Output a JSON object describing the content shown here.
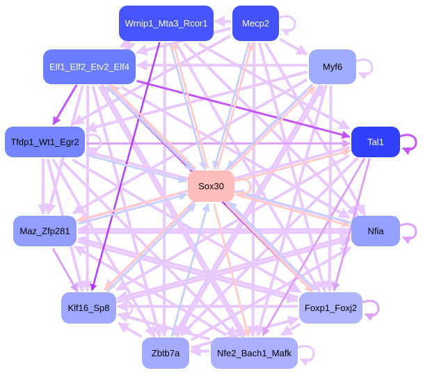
{
  "title": "Transcription factor regulatory network",
  "nodes": [
    {
      "id": "wrnip1",
      "label": "Wrnip1_Mta3_Rcor1",
      "fill": "#4655fd",
      "text": "#ffffff"
    },
    {
      "id": "mecp2",
      "label": "Mecp2",
      "fill": "#4352fd",
      "text": "#ffffff"
    },
    {
      "id": "elf1",
      "label": "Elf1_Elf2_Etv2_Elf4",
      "fill": "#6b7cfd",
      "text": "#ffffff"
    },
    {
      "id": "myf6",
      "label": "Myf6",
      "fill": "#a2acfd",
      "text": "#000000"
    },
    {
      "id": "tfdp1",
      "label": "Tfdp1_Wt1_Egr2",
      "fill": "#7585fd",
      "text": "#000000"
    },
    {
      "id": "tal1",
      "label": "Tal1",
      "fill": "#3140fb",
      "text": "#ffffff"
    },
    {
      "id": "sox30",
      "label": "Sox30",
      "fill": "#fdbdbd",
      "text": "#000000"
    },
    {
      "id": "maz",
      "label": "Maz_Zfp281",
      "fill": "#949efd",
      "text": "#000000"
    },
    {
      "id": "nfia",
      "label": "Nfia",
      "fill": "#959ffd",
      "text": "#000000"
    },
    {
      "id": "klf16",
      "label": "Klf16_Sp8",
      "fill": "#a0a8fd",
      "text": "#000000"
    },
    {
      "id": "foxp1",
      "label": "Foxp1_Foxj2",
      "fill": "#b0b6fd",
      "text": "#000000"
    },
    {
      "id": "zbtb7a",
      "label": "Zbtb7a",
      "fill": "#a4abfd",
      "text": "#000000"
    },
    {
      "id": "nfe2",
      "label": "Nfe2_Bach1_Mafk",
      "fill": "#aab0fd",
      "text": "#000000"
    }
  ],
  "colors": {
    "light": "#e8c8fd",
    "mid": "#dda0f8",
    "strong": "#c455fa",
    "dark": "#b43cfa",
    "pink": "#ffcbcb",
    "blue": "#c9d0fd"
  },
  "edges": [
    {
      "from": "mecp2",
      "to": "wrnip1",
      "c": "light"
    },
    {
      "from": "elf1",
      "to": "wrnip1",
      "c": "light"
    },
    {
      "from": "wrnip1",
      "to": "elf1",
      "c": "light"
    },
    {
      "from": "mecp2",
      "to": "myf6",
      "c": "light"
    },
    {
      "from": "myf6",
      "to": "elf1",
      "c": "light"
    },
    {
      "from": "myf6",
      "to": "tfdp1",
      "c": "light"
    },
    {
      "from": "myf6",
      "to": "maz",
      "c": "light"
    },
    {
      "from": "myf6",
      "to": "klf16",
      "c": "light"
    },
    {
      "from": "mecp2",
      "to": "elf1",
      "c": "light"
    },
    {
      "from": "mecp2",
      "to": "tfdp1",
      "c": "light"
    },
    {
      "from": "mecp2",
      "to": "nfe2",
      "c": "light"
    },
    {
      "from": "mecp2",
      "to": "foxp1",
      "c": "light"
    },
    {
      "from": "mecp2",
      "to": "nfia",
      "c": "light"
    },
    {
      "from": "wrnip1",
      "to": "tal1",
      "c": "light"
    },
    {
      "from": "wrnip1",
      "to": "zbtb7a",
      "c": "light"
    },
    {
      "from": "wrnip1",
      "to": "nfia",
      "c": "light"
    },
    {
      "from": "wrnip1",
      "to": "foxp1",
      "c": "light"
    },
    {
      "from": "elf1",
      "to": "maz",
      "c": "light"
    },
    {
      "from": "elf1",
      "to": "klf16",
      "c": "light"
    },
    {
      "from": "elf1",
      "to": "zbtb7a",
      "c": "light"
    },
    {
      "from": "elf1",
      "to": "nfe2",
      "c": "light"
    },
    {
      "from": "elf1",
      "to": "nfia",
      "c": "light"
    },
    {
      "from": "tfdp1",
      "to": "maz",
      "c": "light"
    },
    {
      "from": "tfdp1",
      "to": "klf16",
      "c": "light"
    },
    {
      "from": "tfdp1",
      "to": "foxp1",
      "c": "light"
    },
    {
      "from": "tfdp1",
      "to": "nfe2",
      "c": "light"
    },
    {
      "from": "tfdp1",
      "to": "zbtb7a",
      "c": "light"
    },
    {
      "from": "tal1",
      "to": "maz",
      "c": "light"
    },
    {
      "from": "tal1",
      "to": "klf16",
      "c": "light"
    },
    {
      "from": "tal1",
      "to": "zbtb7a",
      "c": "light"
    },
    {
      "from": "myf6",
      "to": "foxp1",
      "c": "light"
    },
    {
      "from": "myf6",
      "to": "nfe2",
      "c": "light"
    },
    {
      "from": "myf6",
      "to": "zbtb7a",
      "c": "light"
    },
    {
      "from": "nfia",
      "to": "maz",
      "c": "light"
    },
    {
      "from": "nfia",
      "to": "klf16",
      "c": "light"
    },
    {
      "from": "nfia",
      "to": "tfdp1",
      "c": "light"
    },
    {
      "from": "foxp1",
      "to": "klf16",
      "c": "light"
    },
    {
      "from": "foxp1",
      "to": "maz",
      "c": "light"
    },
    {
      "from": "foxp1",
      "to": "elf1",
      "c": "light"
    },
    {
      "from": "foxp1",
      "to": "nfe2",
      "c": "light"
    },
    {
      "from": "nfe2",
      "to": "zbtb7a",
      "c": "light"
    },
    {
      "from": "nfe2",
      "to": "klf16",
      "c": "light"
    },
    {
      "from": "nfe2",
      "to": "maz",
      "c": "light"
    },
    {
      "from": "nfe2",
      "to": "elf1",
      "c": "light"
    },
    {
      "from": "zbtb7a",
      "to": "klf16",
      "c": "light"
    },
    {
      "from": "zbtb7a",
      "to": "nfia",
      "c": "light"
    },
    {
      "from": "zbtb7a",
      "to": "foxp1",
      "c": "light"
    },
    {
      "from": "zbtb7a",
      "to": "myf6",
      "c": "light"
    },
    {
      "from": "klf16",
      "to": "nfia",
      "c": "light"
    },
    {
      "from": "maz",
      "to": "foxp1",
      "c": "light"
    },
    {
      "from": "maz",
      "to": "nfia",
      "c": "light"
    },
    {
      "from": "maz",
      "to": "klf16",
      "c": "mid"
    },
    {
      "from": "tfdp1",
      "to": "tal1",
      "c": "mid"
    },
    {
      "from": "tal1",
      "to": "nfe2",
      "c": "mid"
    },
    {
      "from": "tal1",
      "to": "foxp1",
      "c": "mid"
    },
    {
      "from": "elf1",
      "to": "tfdp1",
      "c": "strong"
    },
    {
      "from": "elf1",
      "to": "tal1",
      "c": "strong"
    },
    {
      "from": "elf1",
      "to": "foxp1",
      "c": "dark"
    },
    {
      "from": "wrnip1",
      "to": "klf16",
      "c": "dark"
    },
    {
      "from": "wrnip1",
      "to": "sox30",
      "c": "blue"
    },
    {
      "from": "sox30",
      "to": "wrnip1",
      "c": "pink"
    },
    {
      "from": "mecp2",
      "to": "sox30",
      "c": "blue"
    },
    {
      "from": "sox30",
      "to": "mecp2",
      "c": "pink"
    },
    {
      "from": "myf6",
      "to": "sox30",
      "c": "blue"
    },
    {
      "from": "sox30",
      "to": "myf6",
      "c": "pink"
    },
    {
      "from": "sox30",
      "to": "elf1",
      "c": "pink"
    },
    {
      "from": "elf1",
      "to": "sox30",
      "c": "blue"
    },
    {
      "from": "tfdp1",
      "to": "sox30",
      "c": "blue"
    },
    {
      "from": "sox30",
      "to": "tal1",
      "c": "pink"
    },
    {
      "from": "sox30",
      "to": "nfia",
      "c": "pink"
    },
    {
      "from": "nfia",
      "to": "sox30",
      "c": "blue"
    },
    {
      "from": "sox30",
      "to": "maz",
      "c": "pink"
    },
    {
      "from": "maz",
      "to": "sox30",
      "c": "blue"
    },
    {
      "from": "sox30",
      "to": "klf16",
      "c": "pink"
    },
    {
      "from": "klf16",
      "to": "sox30",
      "c": "blue"
    },
    {
      "from": "sox30",
      "to": "foxp1",
      "c": "pink"
    },
    {
      "from": "foxp1",
      "to": "sox30",
      "c": "blue"
    },
    {
      "from": "sox30",
      "to": "nfe2",
      "c": "pink"
    },
    {
      "from": "zbtb7a",
      "to": "sox30",
      "c": "blue"
    }
  ],
  "self_loops": [
    {
      "node": "mecp2",
      "c": "light"
    },
    {
      "node": "myf6",
      "c": "light"
    },
    {
      "node": "tal1",
      "c": "strong"
    },
    {
      "node": "nfia",
      "c": "mid"
    },
    {
      "node": "foxp1",
      "c": "mid"
    },
    {
      "node": "nfe2",
      "c": "light"
    },
    {
      "node": "sox30",
      "c": "pink"
    },
    {
      "node": "tfdp1",
      "c": "light"
    },
    {
      "node": "klf16",
      "c": "light"
    }
  ]
}
